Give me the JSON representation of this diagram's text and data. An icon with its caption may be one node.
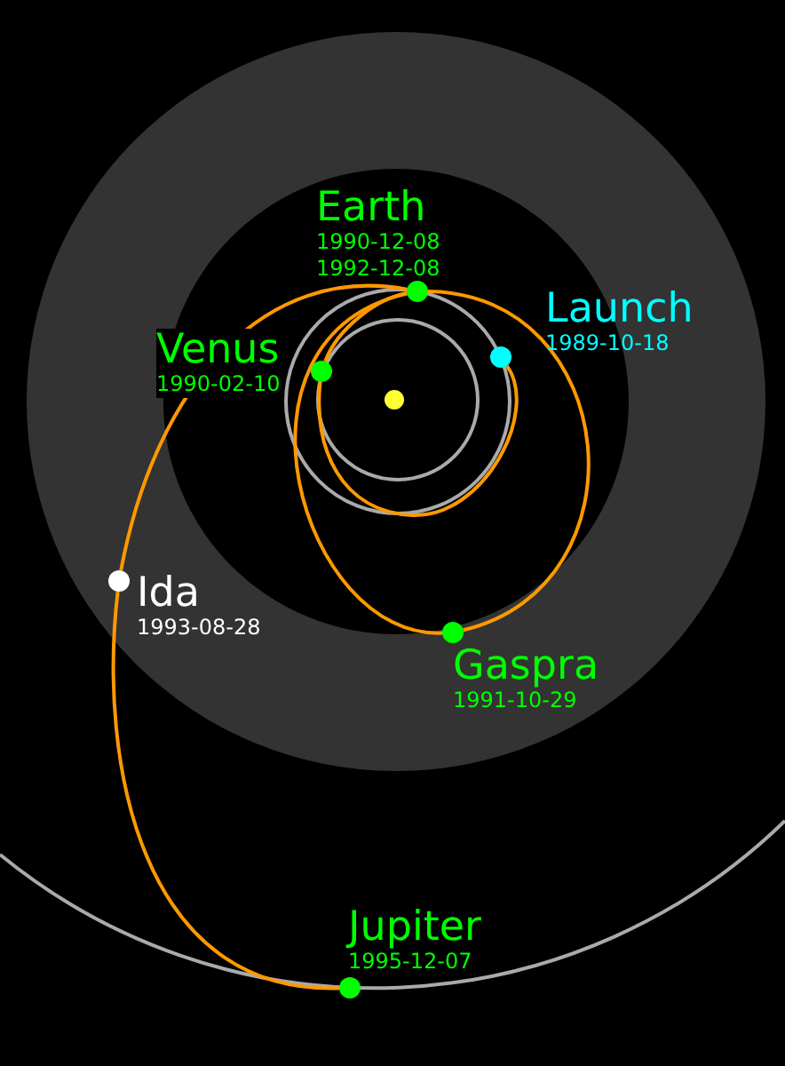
{
  "diagram": {
    "nodes": [
      {
        "text": [],
        "shape": "circle",
        "beside": [
          "Launch",
          "1989-10-18"
        ]
      },
      {
        "text": [],
        "shape": "circle",
        "beside": [
          "Venus",
          "1990-02-10"
        ]
      },
      {
        "text": [],
        "shape": "circle",
        "beside": [
          "Earth",
          "1990-12-08",
          "1992-12-08"
        ]
      },
      {
        "text": [],
        "shape": "circle",
        "beside": [
          "Gaspra",
          "1991-10-29"
        ]
      },
      {
        "text": [],
        "shape": "circle",
        "beside": [
          "Ida",
          "1993-08-28"
        ]
      },
      {
        "text": [],
        "shape": "circle",
        "beside": [
          "Jupiter",
          "1995-12-07"
        ]
      }
    ],
    "edges": [
      {
        "from": 0,
        "to": 1,
        "arrow": "none"
      },
      {
        "from": 1,
        "to": 2,
        "arrow": "none"
      },
      {
        "from": 2,
        "to": 3,
        "arrow": "none"
      },
      {
        "from": 3,
        "to": 2,
        "arrow": "none"
      },
      {
        "from": 2,
        "to": 4,
        "arrow": "none"
      },
      {
        "from": 4,
        "to": 5,
        "arrow": "none"
      }
    ]
  }
}
